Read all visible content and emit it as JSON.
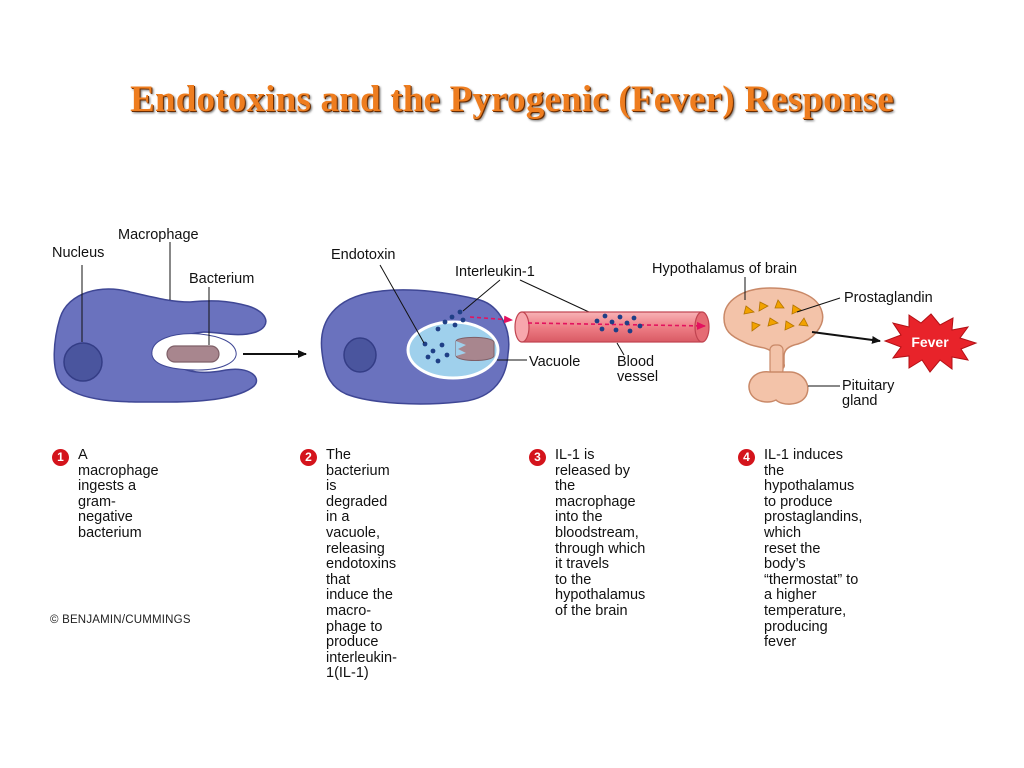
{
  "title": "Endotoxins and the Pyrogenic (Fever) Response",
  "labels": {
    "nucleus": "Nucleus",
    "macrophage": "Macrophage",
    "bacterium": "Bacterium",
    "endotoxin": "Endotoxin",
    "interleukin": "Interleukin-1",
    "vacuole": "Vacuole",
    "blood_line1": "Blood",
    "blood_line2": "vessel",
    "hypothalamus": "Hypothalamus of brain",
    "prostaglandin": "Prostaglandin",
    "pituitary_line1": "Pituitary",
    "pituitary_line2": "gland",
    "fever": "Fever"
  },
  "steps": [
    {
      "num": "1",
      "text": "A macrophage ingests a\ngram-negative bacterium"
    },
    {
      "num": "2",
      "text": "The bacterium is\ndegraded in a vacuole,\nreleasing endotoxins\nthat induce the macro-\nphage to produce\ninterleukin-1(IL-1)"
    },
    {
      "num": "3",
      "text": "IL-1 is released by\nthe macrophage\ninto the bloodstream,\nthrough which it travels\nto the hypothalamus\nof the brain"
    },
    {
      "num": "4",
      "text": "IL-1 induces the\nhypothalamus to produce\nprostaglandins, which\nreset the body’s\n“thermostat” to a higher\ntemperature, producing\nfever"
    }
  ],
  "copyright": "© BENJAMIN/CUMMINGS",
  "colors": {
    "title": "#ee7d1f",
    "cell": "#6a72be",
    "nucleus": "#4a559e",
    "bacterium": "#a8868e",
    "vacuole": "#9fd0ec",
    "vessel": "#f0838a",
    "brain": "#f3c3a9",
    "fever": "#e8232a",
    "step_number": "#d4141c"
  }
}
